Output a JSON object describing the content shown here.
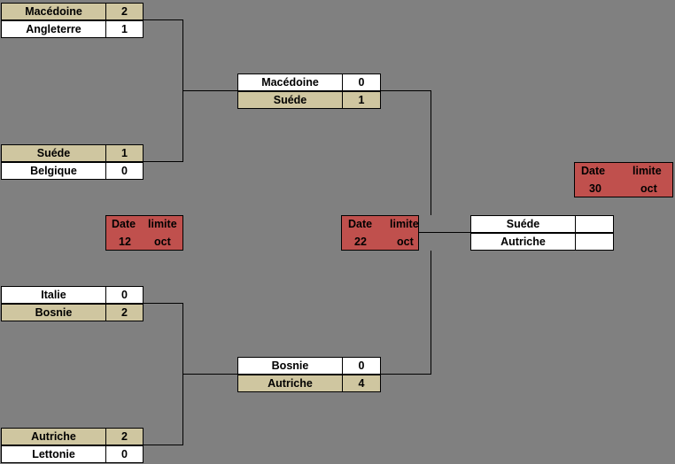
{
  "round1": {
    "match1": {
      "team1": "Macédoine",
      "score1": "2",
      "team2": "Angleterre",
      "score2": "1"
    },
    "match2": {
      "team1": "Suéde",
      "score1": "1",
      "team2": "Belgique",
      "score2": "0"
    },
    "match3": {
      "team1": "Italie",
      "score1": "0",
      "team2": "Bosnie",
      "score2": "2"
    },
    "match4": {
      "team1": "Autriche",
      "score1": "2",
      "team2": "Lettonie",
      "score2": "0"
    }
  },
  "round2": {
    "match1": {
      "team1": "Macédoine",
      "score1": "0",
      "team2": "Suéde",
      "score2": "1"
    },
    "match2": {
      "team1": "Bosnie",
      "score1": "0",
      "team2": "Autriche",
      "score2": "4"
    }
  },
  "final": {
    "team1": "Suéde",
    "score1": "",
    "team2": "Autriche",
    "score2": ""
  },
  "deadlines": {
    "round1": {
      "date_label": "Date",
      "limit_label": "limite",
      "day": "12",
      "month": "oct"
    },
    "round2": {
      "date_label": "Date",
      "limit_label": "limite",
      "day": "22",
      "month": "oct"
    },
    "final": {
      "date_label": "Date",
      "limit_label": "limite",
      "day": "30",
      "month": "oct"
    }
  }
}
